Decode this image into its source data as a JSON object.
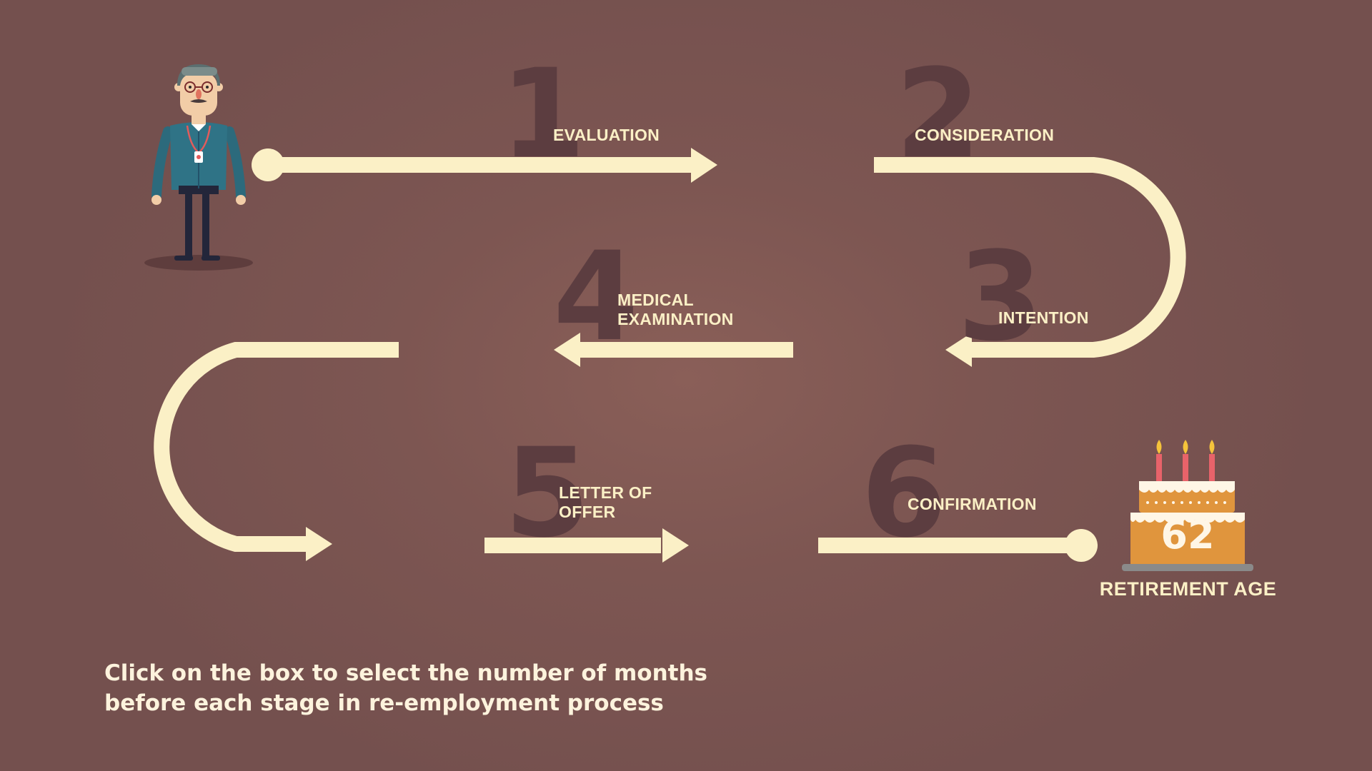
{
  "stages": [
    {
      "number": "1",
      "label_lines": [
        "EVALUATION"
      ]
    },
    {
      "number": "2",
      "label_lines": [
        "CONSIDERATION"
      ]
    },
    {
      "number": "3",
      "label_lines": [
        "INTENTION"
      ]
    },
    {
      "number": "4",
      "label_lines": [
        "MEDICAL",
        "EXAMINATION"
      ]
    },
    {
      "number": "5",
      "label_lines": [
        "LETTER OF",
        "OFFER"
      ]
    },
    {
      "number": "6",
      "label_lines": [
        "CONFIRMATION"
      ]
    }
  ],
  "cake": {
    "age": "62",
    "label": "RETIREMENT AGE",
    "icon": "birthday-cake-icon"
  },
  "character": {
    "icon": "employee-character-illustration"
  },
  "instruction": {
    "lines": [
      "Click on the box to select the number of months",
      "before each stage in re-employment process"
    ]
  },
  "colors": {
    "background": "#7d5652",
    "path": "#fbf0c6",
    "big_number": "#5c3d40",
    "cake_body": "#e0953d",
    "candle": "#e8636a",
    "flame": "#f5c33b"
  }
}
